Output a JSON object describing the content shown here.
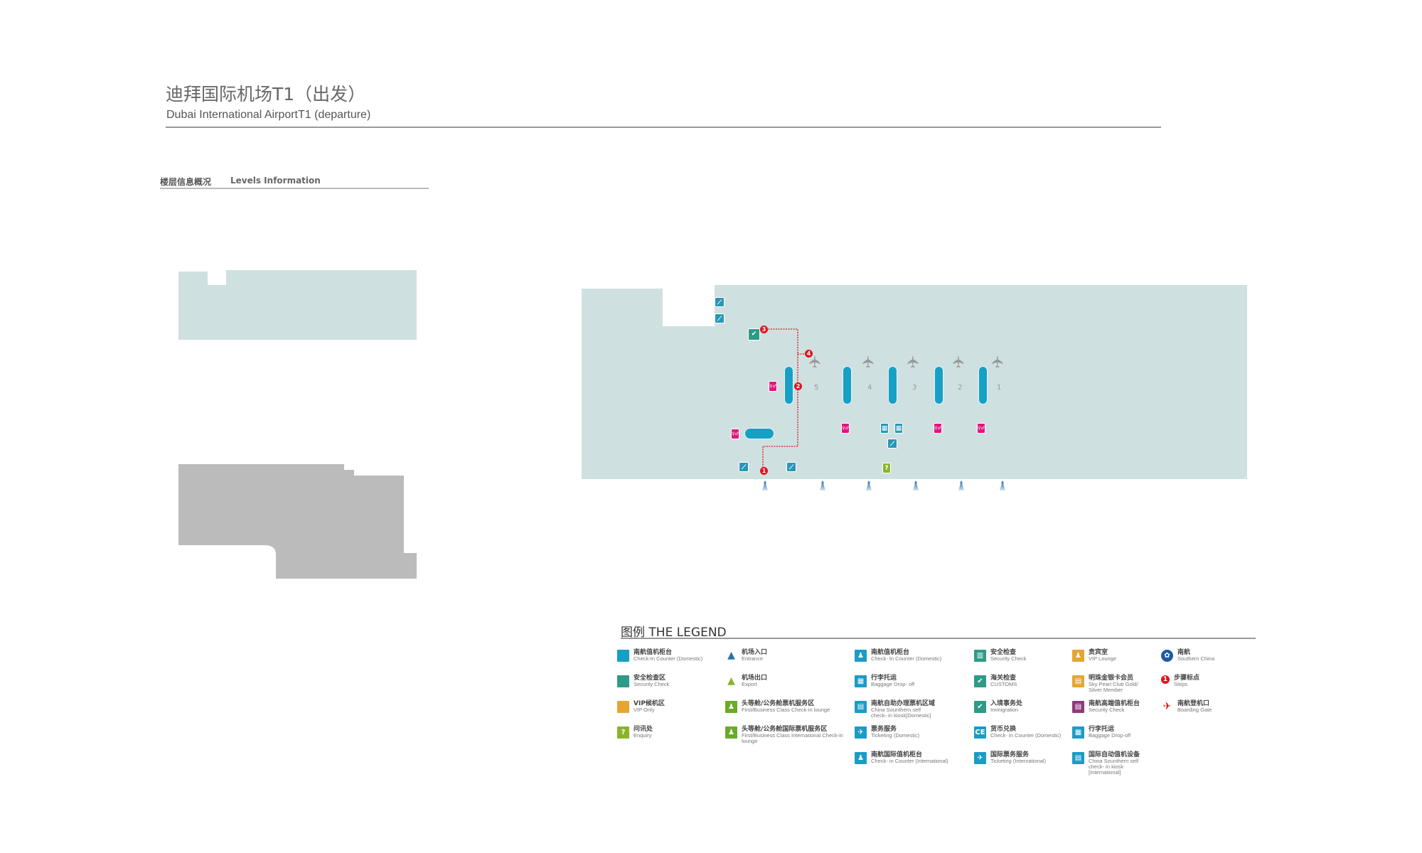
{
  "header": {
    "title_zh": "迪拜国际机场T1（出发）",
    "title_en": "Dubai International AirportT1  (departure)"
  },
  "levels": {
    "title_zh": "楼层信息概况",
    "title_en": "Levels Information"
  },
  "map": {
    "gates": [
      "5",
      "4",
      "3",
      "2",
      "1"
    ],
    "steps": [
      "1",
      "2",
      "3",
      "4"
    ],
    "enquiry_glyph": "?"
  },
  "colors": {
    "floor": "#cfe0e0",
    "counter": "#16a0c6",
    "toilet": "#e0147e",
    "security": "#2f9a86",
    "vip": "#e5a532",
    "enquiry": "#8ab52a",
    "route": "#e1141b",
    "upper_level": "#bbbbbb"
  },
  "legend": {
    "title": "图例  THE LEGEND",
    "items": [
      {
        "zh": "南航值机柜台",
        "en": "Check-In Counter  (Domestic)",
        "icon": "blue-square",
        "color": "#16a0c6",
        "glyph": ""
      },
      {
        "zh": "安全检查区",
        "en": "Security Check",
        "icon": "teal-square",
        "color": "#2f9a86",
        "glyph": ""
      },
      {
        "zh": "VIP候机区",
        "en": "VIP Only",
        "icon": "orange-square",
        "color": "#e5a532",
        "glyph": ""
      },
      {
        "zh": "问讯处",
        "en": "Enquiry",
        "icon": "enquiry-icon",
        "color": "#8ab52a",
        "glyph": "?"
      },
      {
        "zh": "机场入口",
        "en": "Entrance",
        "icon": "entrance-arrow-icon",
        "color": "#2a6fb3",
        "glyph": "▲"
      },
      {
        "zh": "机场出口",
        "en": "Export",
        "icon": "exit-arrow-icon",
        "color": "#8ab52a",
        "glyph": "▲"
      },
      {
        "zh": "头等舱/公务舱票机服务区",
        "en": "First/Business Class Check-in lounge",
        "icon": "first-class-checkin-icon",
        "color": "#6aab2a",
        "glyph": "♟"
      },
      {
        "zh": "头等舱/公务舱国际票机服务区",
        "en": "First/Business Class International Check-in lounge",
        "icon": "first-class-intl-checkin-icon",
        "color": "#6aab2a",
        "glyph": "♟"
      },
      {
        "zh": "南航值机柜台",
        "en": "Check- In Counter  (Domestic)",
        "icon": "checkin-counter-icon",
        "color": "#1a9cc6",
        "glyph": "♟"
      },
      {
        "zh": "行李托运",
        "en": "Baggage Drop- off",
        "icon": "baggage-icon",
        "color": "#1a9cc6",
        "glyph": "▦"
      },
      {
        "zh": "南航自助办理票机区域",
        "en": "China Sounthern self\ncheck- in kiosk[Domestic]",
        "icon": "kiosk-icon",
        "color": "#1a9cc6",
        "glyph": "▤"
      },
      {
        "zh": "票务服务",
        "en": "Ticketing  (Domestic)",
        "icon": "ticketing-icon",
        "color": "#1a9cc6",
        "glyph": "✈"
      },
      {
        "zh": "南航国际值机柜台",
        "en": "Check- in Counter  (International)",
        "icon": "intl-checkin-icon",
        "color": "#1a9cc6",
        "glyph": "♟"
      },
      {
        "zh": "安全检查",
        "en": "Security Check",
        "icon": "security-gate-icon",
        "color": "#2f9a86",
        "glyph": "▥"
      },
      {
        "zh": "海关检查",
        "en": "CUSTOMS",
        "icon": "customs-icon",
        "color": "#2f9a86",
        "glyph": "✔"
      },
      {
        "zh": "入境事务处",
        "en": "Immigration",
        "icon": "immigration-icon",
        "color": "#2f9a86",
        "glyph": "✔"
      },
      {
        "zh": "货币兑换",
        "en": "Check- In Counter  (Domestic)",
        "icon": "currency-exchange-icon",
        "color": "#1a9cc6",
        "glyph": "CE"
      },
      {
        "zh": "国际票务服务",
        "en": "Ticketing  (International)",
        "icon": "intl-ticketing-icon",
        "color": "#1a9cc6",
        "glyph": "✈"
      },
      {
        "zh": "贵宾室",
        "en": "VIP Lounge",
        "icon": "vip-lounge-icon",
        "color": "#e5a532",
        "glyph": "♟"
      },
      {
        "zh": "明珠金银卡会员",
        "en": "Sky Pearl Club Gold/\nSilver Member",
        "icon": "sky-pearl-icon",
        "color": "#e5a532",
        "glyph": "▤"
      },
      {
        "zh": "南航高端值机柜台",
        "en": "Security Check",
        "icon": "premium-checkin-icon",
        "color": "#8e3a7c",
        "glyph": "▤"
      },
      {
        "zh": "行李托运",
        "en": "Baggage Drop-off",
        "icon": "baggage-icon",
        "color": "#1a9cc6",
        "glyph": "▦"
      },
      {
        "zh": "国际自动值机设备",
        "en": "China Sounthern self\ncheck- in kiosk [International]",
        "icon": "intl-kiosk-icon",
        "color": "#1a9cc6",
        "glyph": "▤"
      },
      {
        "zh": "南航",
        "en": "Southern China",
        "icon": "china-southern-logo-icon",
        "color": "#1c5aa6",
        "glyph": "✿"
      },
      {
        "zh": "步骤标点",
        "en": "Steps",
        "icon": "step-marker-icon",
        "color": "#e1141b",
        "glyph": "1"
      },
      {
        "zh": "南航登机口",
        "en": "Boarding Gate",
        "icon": "boarding-gate-icon",
        "color": "#e1141b",
        "glyph": "✈"
      }
    ]
  }
}
